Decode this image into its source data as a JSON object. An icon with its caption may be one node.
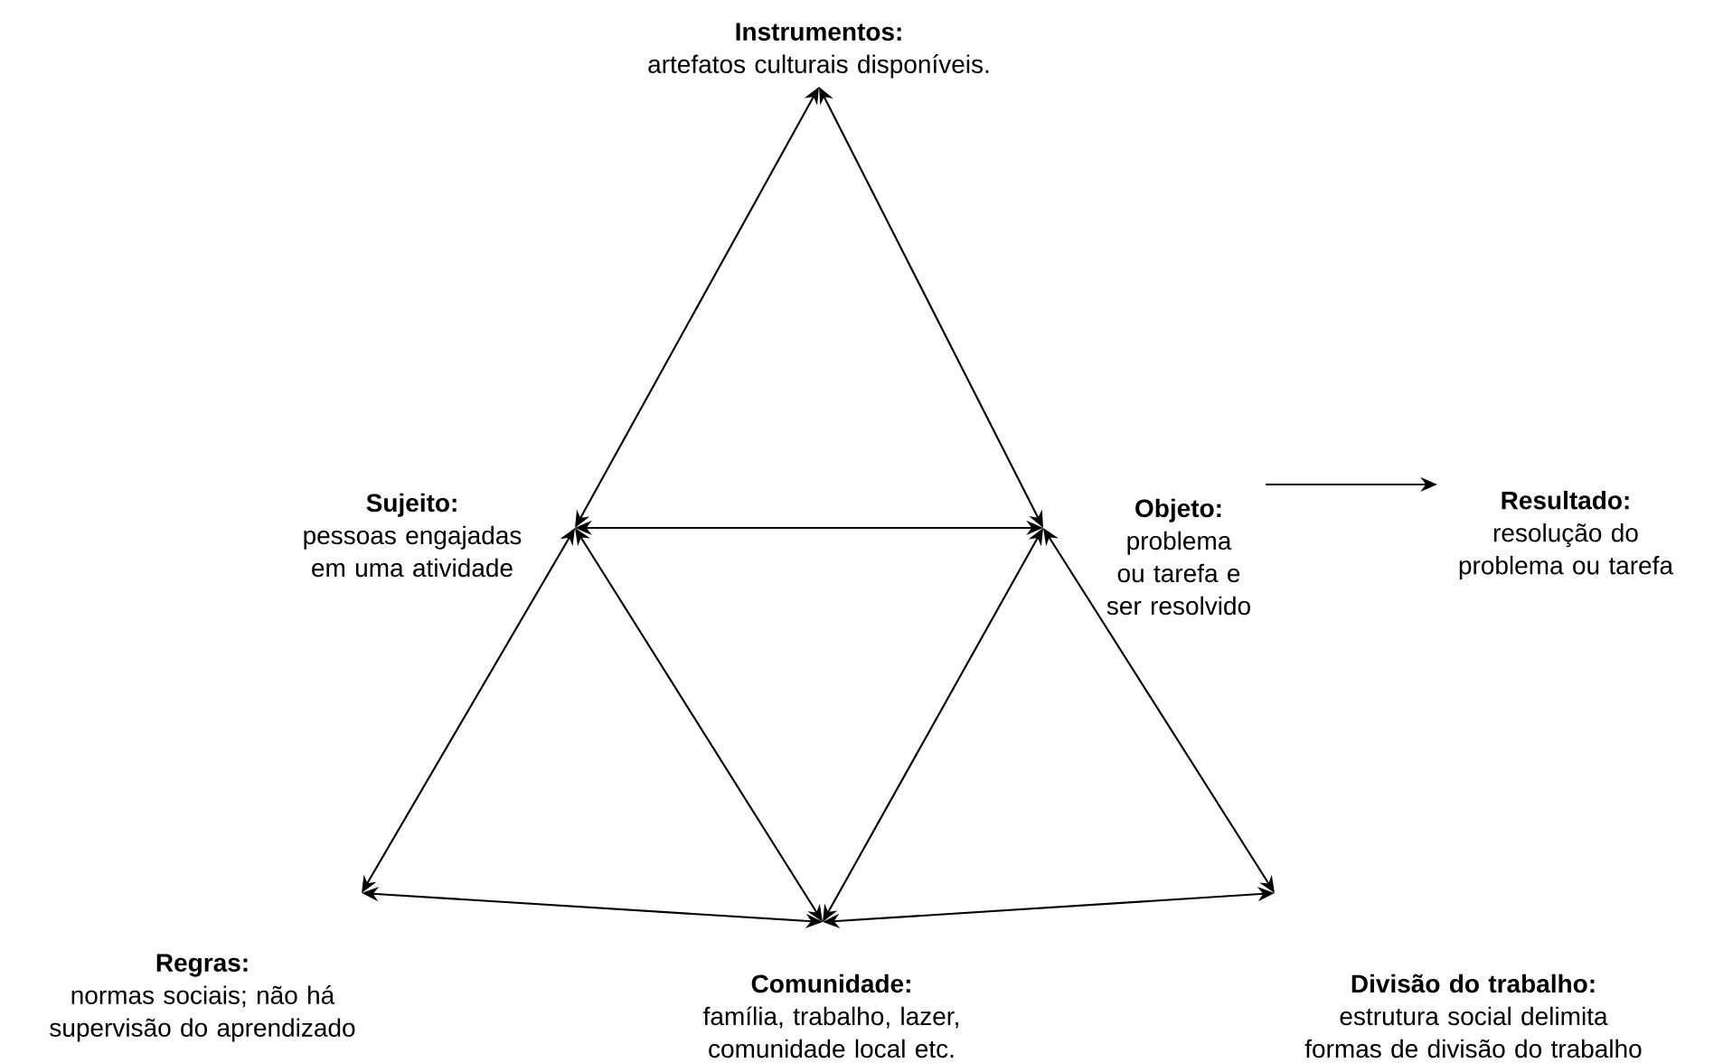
{
  "diagram": {
    "nodes": [
      {
        "text": [
          "Instrumentos:",
          "artefatos culturais disponíveis."
        ]
      },
      {
        "text": [
          "Sujeito:",
          "pessoas engajadas em uma atividade"
        ]
      },
      {
        "text": [
          "Objeto:",
          "problema ou tarefa e ser resolvido"
        ]
      },
      {
        "text": [
          "Resultado:",
          "resolução do problema ou tarefa"
        ]
      },
      {
        "text": [
          "Regras:",
          "normas sociais; não há supervisão do aprendizado"
        ]
      },
      {
        "text": [
          "Comunidade:",
          "família, trabalho, lazer, comunidade local etc."
        ]
      },
      {
        "text": [
          "Divisão do trabalho:",
          "estrutura social delimita formas de divisão do trabalho"
        ]
      }
    ],
    "edges": [
      {
        "from": 0,
        "to": 1,
        "arrow": "both"
      },
      {
        "from": 0,
        "to": 2,
        "arrow": "both"
      },
      {
        "from": 1,
        "to": 2,
        "arrow": "both"
      },
      {
        "from": 2,
        "to": 3,
        "arrow": "to"
      },
      {
        "from": 1,
        "to": 4,
        "arrow": "both"
      },
      {
        "from": 1,
        "to": 5,
        "arrow": "both"
      },
      {
        "from": 2,
        "to": 5,
        "arrow": "both"
      },
      {
        "from": 2,
        "to": 6,
        "arrow": "both"
      },
      {
        "from": 4,
        "to": 5,
        "arrow": "both"
      },
      {
        "from": 5,
        "to": 6,
        "arrow": "both"
      }
    ]
  }
}
